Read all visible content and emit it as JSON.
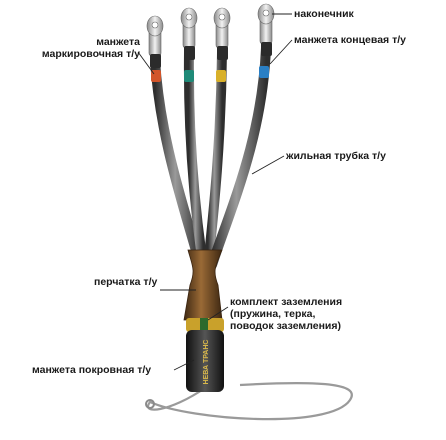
{
  "labels": {
    "tip": "наконечник",
    "end_sleeve": "манжета концевая т/у",
    "marking_sleeve_line1": "манжета",
    "marking_sleeve_line2": "маркировочная т/у",
    "core_tube": "жильная трубка т/у",
    "glove": "перчатка т/у",
    "grounding_line1": "комплект заземления",
    "grounding_line2": "(пружина,  терка,",
    "grounding_line3": "поводок заземления)",
    "cover_sleeve": "манжета покровная т/у"
  },
  "brand_text": "НЕВА ТРАНС",
  "colors": {
    "leader_line": "#222222",
    "cable_dark": "#3a3a3a",
    "cable_light": "#8c8c8c",
    "glove_brown": "#6b4622",
    "marker_orange": "#d2552a",
    "marker_teal": "#1f8a78",
    "marker_yellow": "#d8b02a",
    "marker_blue": "#2a7fc4",
    "lug_metal": "#c8c8c8"
  }
}
